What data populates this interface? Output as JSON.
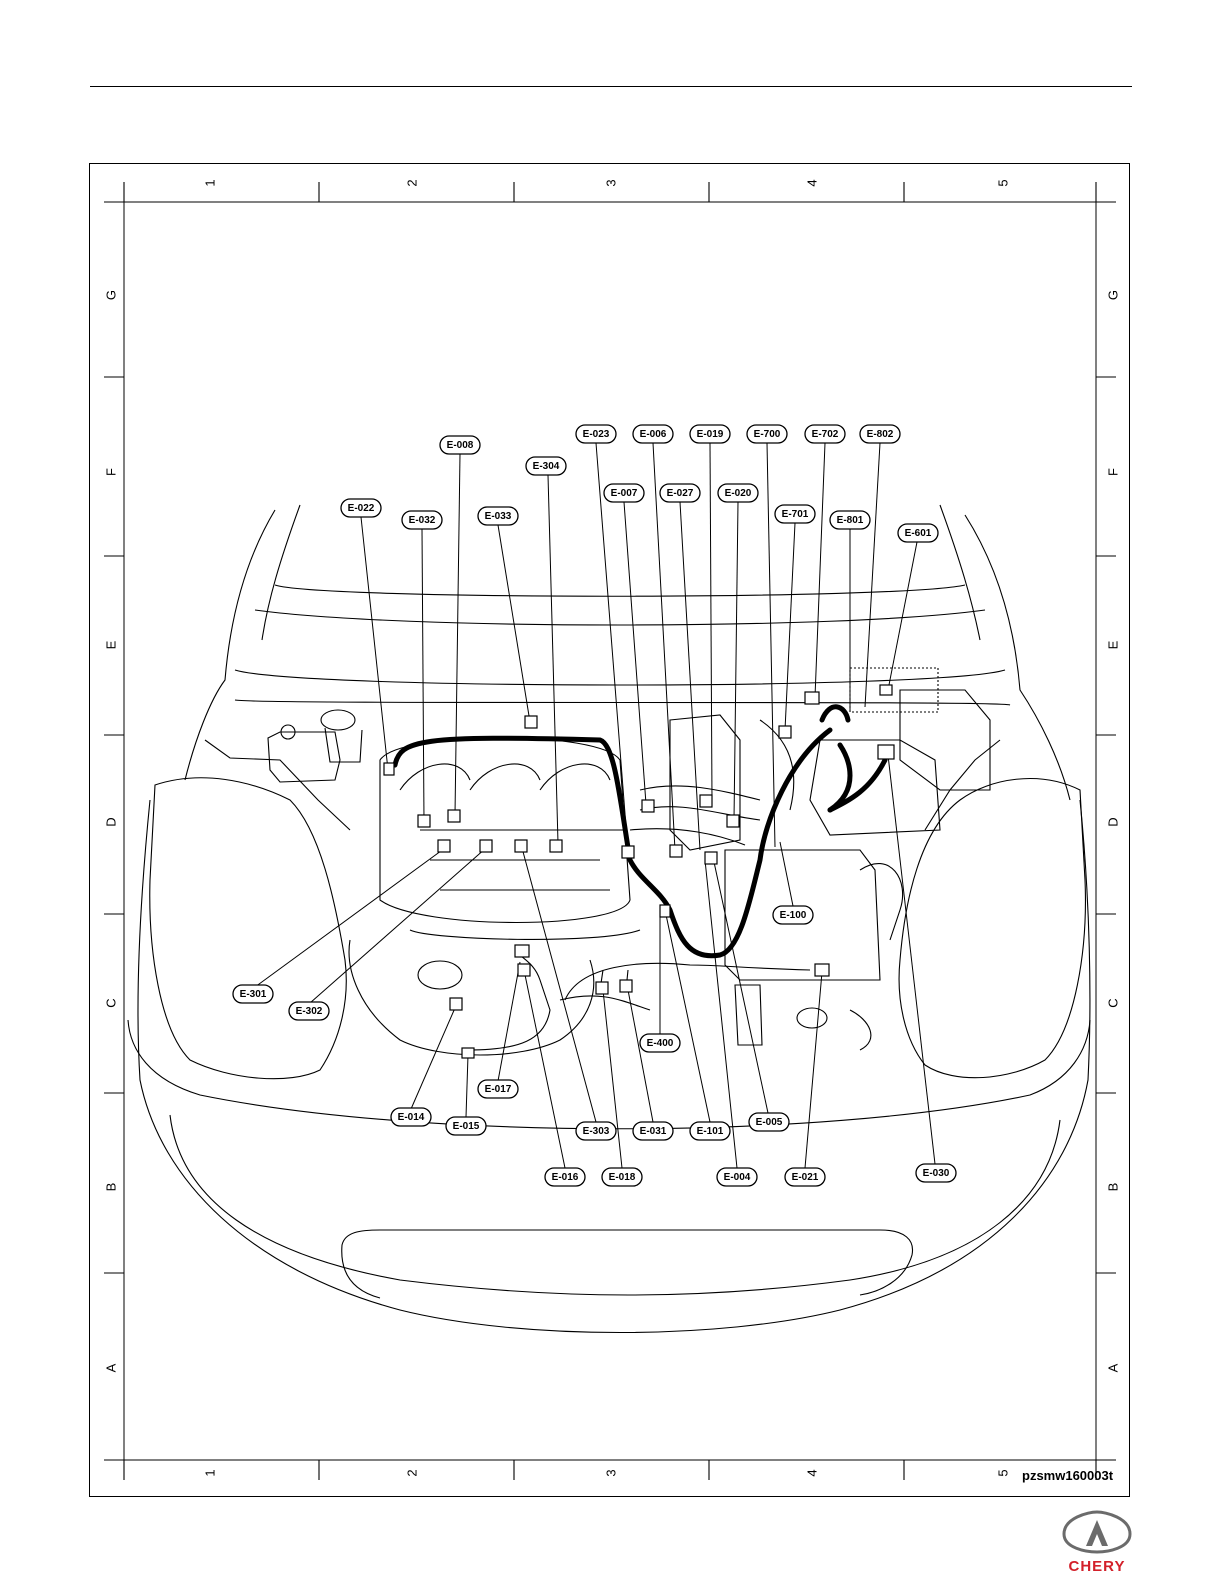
{
  "grid": {
    "columns": [
      "1",
      "2",
      "3",
      "4",
      "5"
    ],
    "rows": [
      "G",
      "F",
      "E",
      "D",
      "C",
      "B",
      "A"
    ]
  },
  "figure_code": "pzsmw160003t",
  "logo_text": "CHERY",
  "brand_color": "#d3202a",
  "connectors": {
    "e008": "E-008",
    "e304": "E-304",
    "e023": "E-023",
    "e006": "E-006",
    "e019": "E-019",
    "e700": "E-700",
    "e702": "E-702",
    "e802": "E-802",
    "e022": "E-022",
    "e032": "E-032",
    "e033": "E-033",
    "e007": "E-007",
    "e027": "E-027",
    "e020": "E-020",
    "e701": "E-701",
    "e801": "E-801",
    "e601": "E-601",
    "e100": "E-100",
    "e301": "E-301",
    "e302": "E-302",
    "e400": "E-400",
    "e017": "E-017",
    "e014": "E-014",
    "e015": "E-015",
    "e303": "E-303",
    "e031": "E-031",
    "e101": "E-101",
    "e005": "E-005",
    "e016": "E-016",
    "e018": "E-018",
    "e004": "E-004",
    "e021": "E-021",
    "e030": "E-030"
  }
}
